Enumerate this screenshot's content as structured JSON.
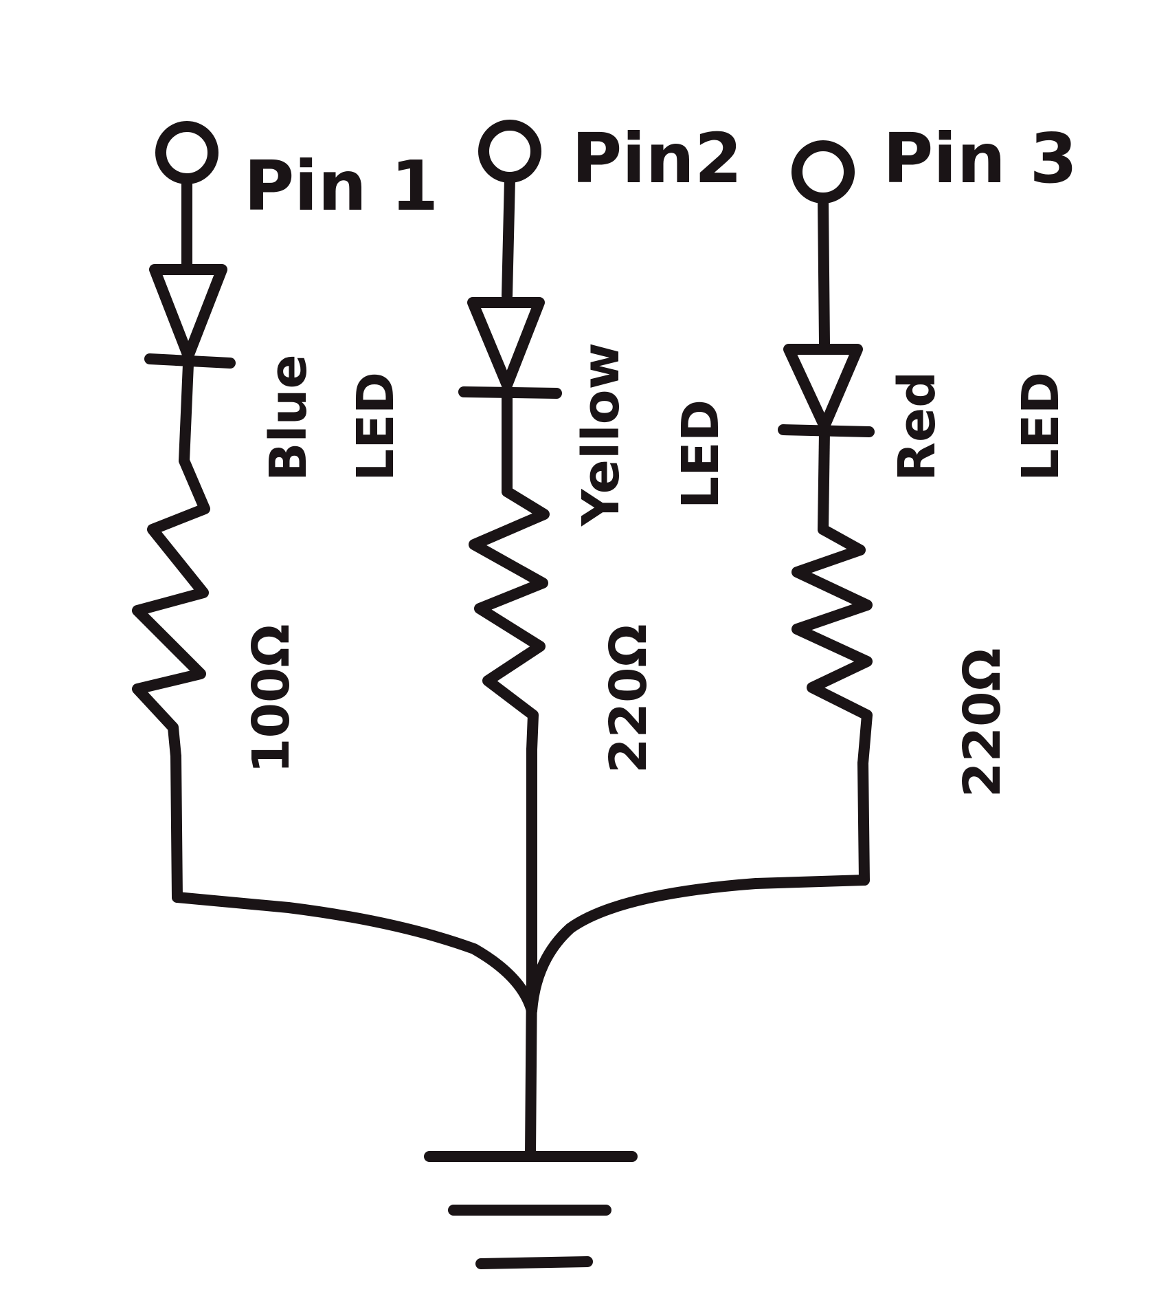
{
  "pins": [
    {
      "label": "Pin 1"
    },
    {
      "label": "Pin2"
    },
    {
      "label": "Pin 3"
    }
  ],
  "leds": [
    {
      "color_name": "Blue",
      "type": "LED"
    },
    {
      "color_name": "Yellow",
      "type": "LED"
    },
    {
      "color_name": "Red",
      "type": "LED"
    }
  ],
  "resistors": [
    {
      "value": "100Ω"
    },
    {
      "value": "220Ω"
    },
    {
      "value": "220Ω"
    }
  ],
  "ink_color": "#1a1416"
}
